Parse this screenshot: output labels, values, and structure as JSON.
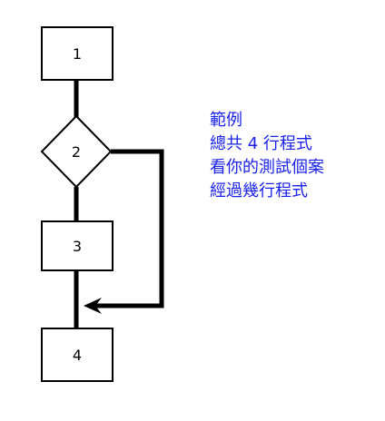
{
  "diagram": {
    "type": "flowchart",
    "nodes": [
      {
        "id": "1",
        "shape": "box",
        "label": "1"
      },
      {
        "id": "2",
        "shape": "diamond",
        "label": "2"
      },
      {
        "id": "3",
        "shape": "box",
        "label": "3"
      },
      {
        "id": "4",
        "shape": "box",
        "label": "4"
      }
    ],
    "edges": [
      {
        "from": "1",
        "to": "2",
        "style": "thick line"
      },
      {
        "from": "2",
        "to": "3",
        "style": "thick line"
      },
      {
        "from": "3",
        "to": "4",
        "style": "thick line"
      },
      {
        "from": "2",
        "to": "path between 3 and 4",
        "style": "thick line with arrow"
      }
    ],
    "note_lines": [
      "範例",
      "總共 4 行程式",
      "看你的測試個案",
      "經過幾行程式"
    ]
  },
  "colors": {
    "note_text": "#1a22e6",
    "lines": "#000000",
    "background": "#ffffff"
  }
}
